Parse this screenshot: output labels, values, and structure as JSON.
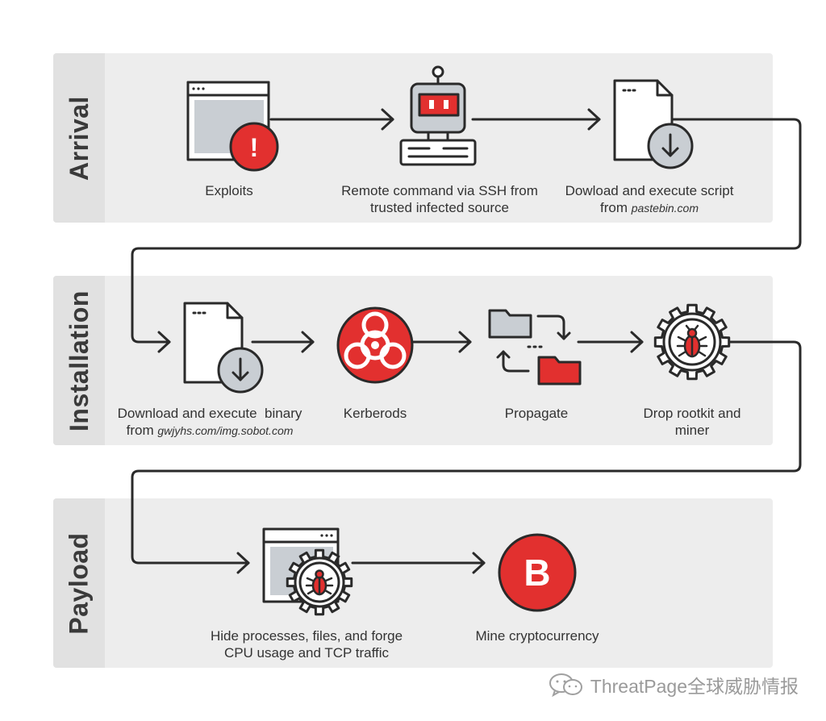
{
  "stages": {
    "arrival": "Arrival",
    "installation": "Installation",
    "payload": "Payload"
  },
  "steps": {
    "exploits": "Exploits",
    "remote_line1": "Remote command via SSH from",
    "remote_line2": "trusted infected source",
    "script_line1": "Dowload and execute script",
    "script_from": "from",
    "script_source": "pastebin.com",
    "binary_line1": "Download and execute  binary",
    "binary_from": "from",
    "binary_source": "gwjyhs.com/img.sobot.com",
    "kerberods": "Kerberods",
    "propagate": "Propagate",
    "rootkit_line1": "Drop rootkit and",
    "rootkit_line2": "miner",
    "hide_line1": "Hide processes, files, and forge",
    "hide_line2": "CPU usage and TCP traffic",
    "mine": "Mine cryptocurrency"
  },
  "icons": {
    "alert": "!",
    "bitcoin": "B"
  },
  "watermark": "ThreatPage全球威胁情报",
  "colors": {
    "red": "#e2302f",
    "outline": "#2a2a2a",
    "gray_fill": "#c9ced3",
    "band": "#ededed",
    "band_tab": "#e1e1e1"
  }
}
